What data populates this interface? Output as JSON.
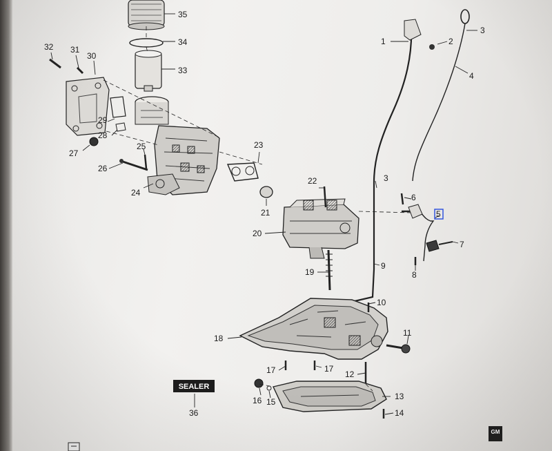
{
  "diagram": {
    "callouts": {
      "c1": "1",
      "c2": "2",
      "c3a": "3",
      "c3b": "3",
      "c4": "4",
      "c5": "5",
      "c6": "6",
      "c7": "7",
      "c8": "8",
      "c9": "9",
      "c10": "10",
      "c11": "11",
      "c12": "12",
      "c13": "13",
      "c14": "14",
      "c15": "15",
      "c16": "16",
      "c17a": "17",
      "c17b": "17",
      "c18": "18",
      "c19": "19",
      "c20": "20",
      "c21": "21",
      "c22": "22",
      "c23": "23",
      "c24": "24",
      "c25": "25",
      "c26": "26",
      "c27": "27",
      "c28": "28",
      "c29": "29",
      "c30": "30",
      "c31": "31",
      "c32": "32",
      "c33": "33",
      "c34": "34",
      "c35": "35",
      "c36": "36"
    },
    "sealer_label": "SEALER",
    "brand_badge": "GM",
    "highlight_color": "#3355dd",
    "ink_color": "#1a1a1a"
  }
}
